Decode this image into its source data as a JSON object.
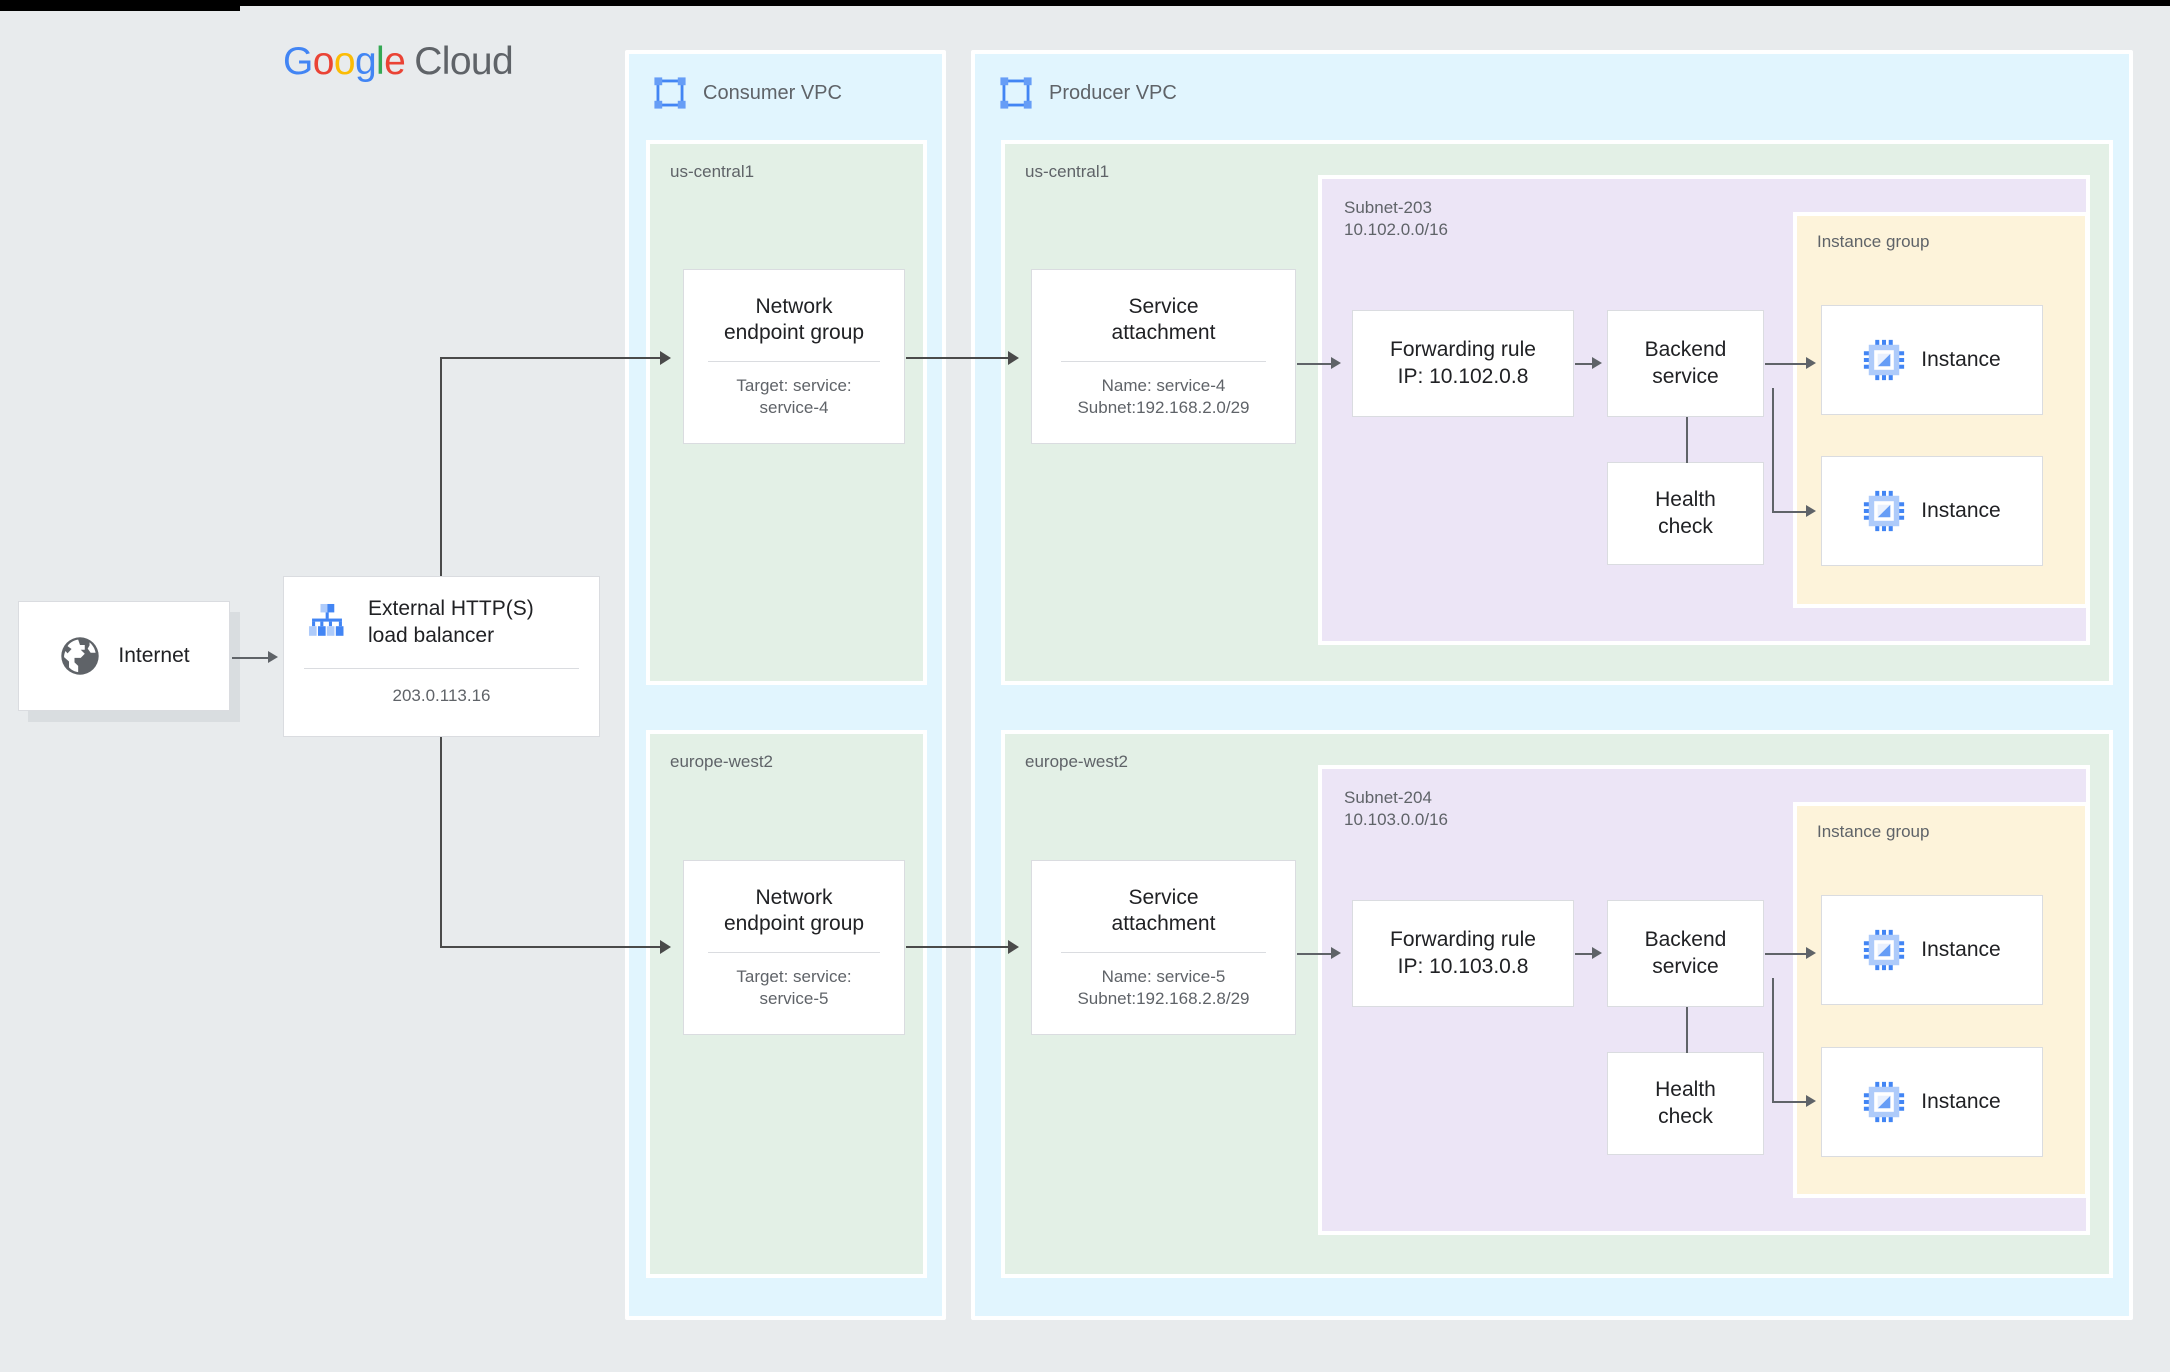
{
  "brand": {
    "google": [
      "G",
      "o",
      "o",
      "g",
      "l",
      "e"
    ],
    "cloud": "Cloud"
  },
  "internet": {
    "label": "Internet",
    "icon": "globe-icon"
  },
  "load_balancer": {
    "title": "External HTTP(S)\nload balancer",
    "ip": "203.0.113.16",
    "icon": "load-balancer-hierarchy-icon"
  },
  "consumer_vpc": {
    "title": "Consumer VPC",
    "icon": "vpc-network-icon",
    "regions": [
      {
        "label": "us-central1",
        "neg": {
          "title": "Network\nendpoint group",
          "sub": "Target: service:\nservice-4"
        }
      },
      {
        "label": "europe-west2",
        "neg": {
          "title": "Network\nendpoint group",
          "sub": "Target: service:\nservice-5"
        }
      }
    ]
  },
  "producer_vpc": {
    "title": "Producer VPC",
    "icon": "vpc-network-icon",
    "regions": [
      {
        "label": "us-central1",
        "service_attachment": {
          "title": "Service\nattachment",
          "sub": "Name: service-4\nSubnet:192.168.2.0/29"
        },
        "subnet": {
          "label": "Subnet-203\n10.102.0.0/16",
          "forwarding_rule": {
            "title": "Forwarding rule\nIP: 10.102.0.8"
          },
          "backend_service": {
            "title": "Backend\nservice"
          },
          "health_check": {
            "title": "Health\ncheck"
          },
          "instance_group": {
            "label": "Instance group",
            "instances": [
              {
                "label": "Instance",
                "icon": "cpu-chip-icon"
              },
              {
                "label": "Instance",
                "icon": "cpu-chip-icon"
              }
            ]
          }
        }
      },
      {
        "label": "europe-west2",
        "service_attachment": {
          "title": "Service\nattachment",
          "sub": "Name: service-5\nSubnet:192.168.2.8/29"
        },
        "subnet": {
          "label": "Subnet-204\n10.103.0.0/16",
          "forwarding_rule": {
            "title": "Forwarding rule\nIP: 10.103.0.8"
          },
          "backend_service": {
            "title": "Backend\nservice"
          },
          "health_check": {
            "title": "Health\ncheck"
          },
          "instance_group": {
            "label": "Instance group",
            "instances": [
              {
                "label": "Instance",
                "icon": "cpu-chip-icon"
              },
              {
                "label": "Instance",
                "icon": "cpu-chip-icon"
              }
            ]
          }
        }
      }
    ]
  },
  "colors": {
    "canvas": "#e8ebed",
    "vpc": "#e1f5fe",
    "region": "#e3f0e6",
    "subnet": "#ece5f6",
    "instance_group": "#fdf3da",
    "node": "#ffffff",
    "connector": "#4a4a4a",
    "text_primary": "#202124",
    "text_secondary": "#5f6368",
    "accent_blue": "#4285F4"
  }
}
